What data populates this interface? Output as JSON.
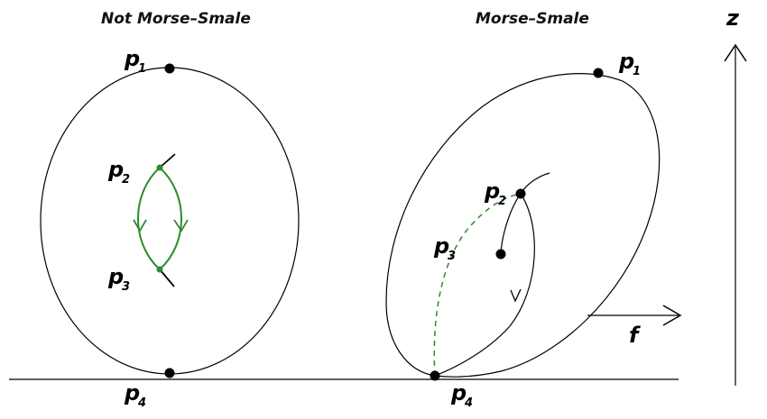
{
  "titles": {
    "left": "Not Morse–Smale",
    "right": "Morse–Smale"
  },
  "axis": {
    "vertical": "z",
    "horizontal": "f"
  },
  "points": {
    "left": [
      {
        "base": "p",
        "sub": "1"
      },
      {
        "base": "p",
        "sub": "2"
      },
      {
        "base": "p",
        "sub": "3"
      },
      {
        "base": "p",
        "sub": "4"
      }
    ],
    "right": [
      {
        "base": "p",
        "sub": "1"
      },
      {
        "base": "p",
        "sub": "2"
      },
      {
        "base": "p",
        "sub": "3"
      },
      {
        "base": "p",
        "sub": "4"
      }
    ]
  },
  "colors": {
    "curve": "#000000",
    "flow": "#2e8b2e"
  }
}
